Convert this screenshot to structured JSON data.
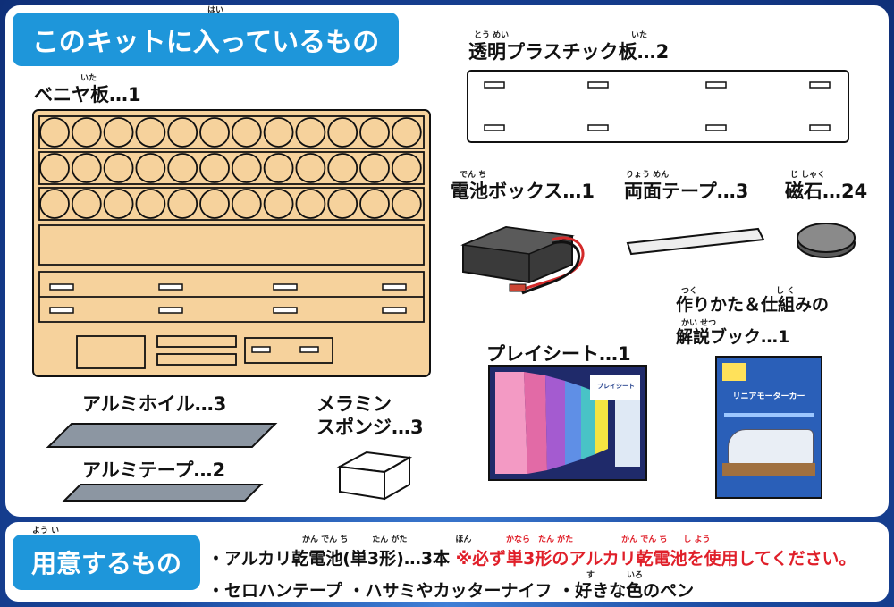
{
  "title": {
    "text": "このキットに入っているもの",
    "ruby": "はい"
  },
  "items": {
    "plywood": {
      "label": "ベニヤ板…1",
      "ruby": "いた"
    },
    "plastic": {
      "label": "透明プラスチック板…2",
      "ruby1": "とう めい",
      "ruby2": "いた"
    },
    "battery_box": {
      "label": "電池ボックス…1",
      "ruby": "でん ち"
    },
    "tape": {
      "label": "両面テープ…3",
      "ruby": "りょう めん"
    },
    "magnet": {
      "label": "磁石…24",
      "ruby": "じ しゃく"
    },
    "book": {
      "line1": "作りかた＆仕組みの",
      "line2": "解説ブック…1",
      "ruby1": "つく",
      "ruby2": "し く",
      "ruby3": "かい せつ"
    },
    "play_sheet": {
      "label": "プレイシート…1"
    },
    "foil": {
      "label": "アルミホイル…3"
    },
    "alu_tape": {
      "label": "アルミテープ…2"
    },
    "sponge": {
      "line1": "メラミン",
      "line2": "スポンジ…3"
    }
  },
  "play_sheet_art": {
    "title": "プレイシート"
  },
  "book_art": {
    "title": "リニアモーターカー"
  },
  "needed": {
    "label": "用意するもの",
    "ruby": "よう い",
    "line1_a": "・アルカリ乾電池(単3形)…3本",
    "line1_b": "※必ず単3形のアルカリ乾電池を使用してください。",
    "ruby_line1_a": "かん でん ち　　　たん がた　　　　　　ほん",
    "ruby_line1_b": "かなら　たん がた　　　　　　かん でん ち　　し よう",
    "line2": "・セロハンテープ ・ハサミやカッターナイフ ・好きな色のペン",
    "ruby_line2": "す　　　　いろ"
  },
  "colors": {
    "accent": "#1e96da",
    "plywood": "#f6d29c",
    "warning": "#e0202a"
  }
}
